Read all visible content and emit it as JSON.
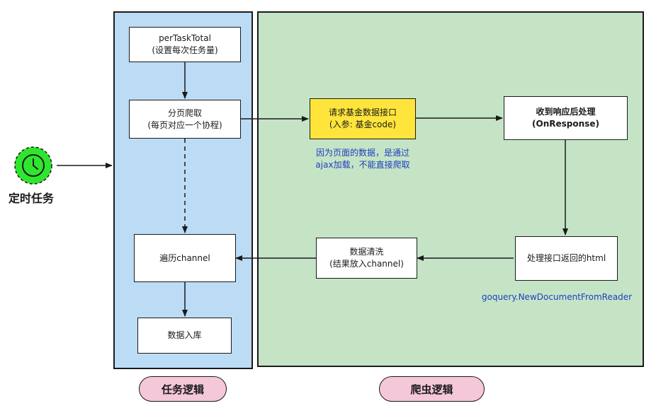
{
  "trigger": {
    "label": "定时任务",
    "icon": "clock-icon",
    "color": "#2ecc2e"
  },
  "regions": {
    "task": {
      "label": "任务逻辑",
      "color": "#bcdcf5"
    },
    "crawler": {
      "label": "爬虫逻辑",
      "color": "#c5e4c6"
    }
  },
  "nodes": {
    "per_task_total": {
      "line1": "perTaskTotal",
      "line2": "(设置每次任务量)"
    },
    "paging_crawl": {
      "line1": "分页爬取",
      "line2": "(每页对应一个协程)"
    },
    "iterate_channel": {
      "line1": "遍历channel"
    },
    "data_store": {
      "line1": "数据入库"
    },
    "request_api": {
      "line1": "请求基金数据接口",
      "line2": "(入参: 基金code)",
      "color": "#ffe53b"
    },
    "on_response": {
      "line1": "收到响应后处理",
      "line2": "(OnResponse)"
    },
    "process_html": {
      "line1": "处理接口返回的html"
    },
    "data_clean": {
      "line1": "数据清洗",
      "line2": "(结果放入channel)"
    }
  },
  "notes": {
    "ajax_note": {
      "line1": "因为页面的数据，是通过",
      "line2": "ajax加载，不能直接爬取"
    },
    "goquery_note": {
      "text": "goquery.NewDocumentFromReader"
    }
  },
  "edges": [
    {
      "from": "trigger",
      "to": "task_region",
      "style": "solid"
    },
    {
      "from": "per_task_total",
      "to": "paging_crawl",
      "style": "solid"
    },
    {
      "from": "paging_crawl",
      "to": "iterate_channel",
      "style": "dashed"
    },
    {
      "from": "paging_crawl",
      "to": "request_api",
      "style": "solid"
    },
    {
      "from": "request_api",
      "to": "on_response",
      "style": "solid"
    },
    {
      "from": "on_response",
      "to": "process_html",
      "style": "solid"
    },
    {
      "from": "process_html",
      "to": "data_clean",
      "style": "solid"
    },
    {
      "from": "data_clean",
      "to": "iterate_channel",
      "style": "solid"
    },
    {
      "from": "iterate_channel",
      "to": "data_store",
      "style": "solid"
    }
  ]
}
